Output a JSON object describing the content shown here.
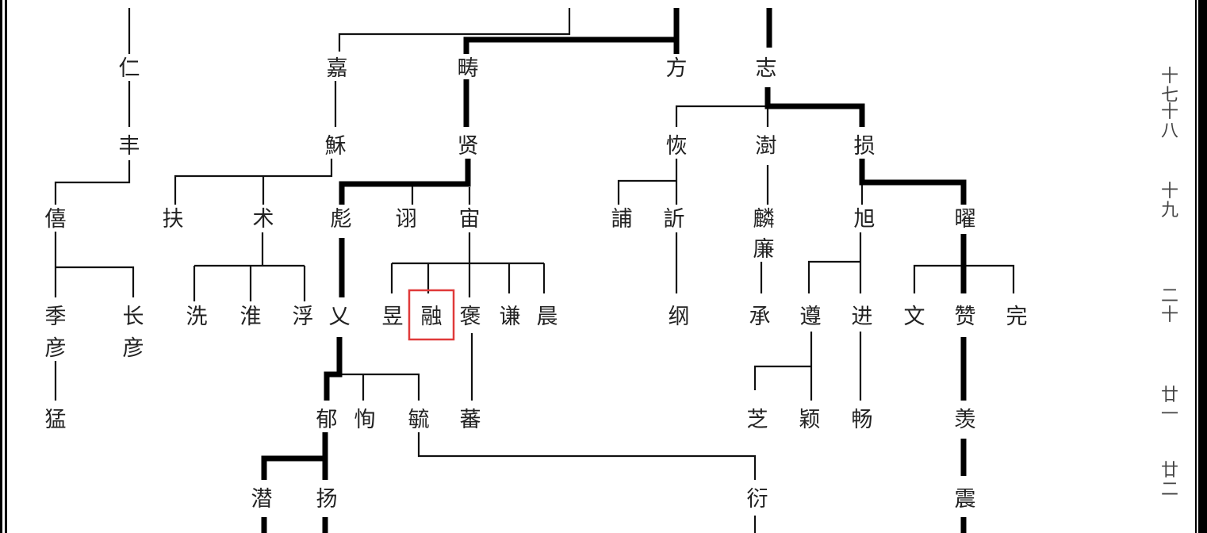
{
  "title": "Genealogy lineage chart",
  "highlight_color": "#e03a3a",
  "highlighted_node": "rong",
  "nodes": {
    "ren": "仁",
    "feng": "丰",
    "xi": "僖",
    "jiyan": "季彦",
    "changyan": "长彦",
    "meng": "猛",
    "jia": "嘉",
    "su": "穌",
    "fu": "扶",
    "shu": "术",
    "xian2": "洗",
    "huai": "淮",
    "fu2": "浮",
    "chou": "畴",
    "xian": "贤",
    "biao": "彪",
    "yi2": "诩",
    "zhou": "宙",
    "yi": "乂",
    "yu": "昱",
    "rong": "融",
    "bao": "褒",
    "qian": "谦",
    "chen": "晨",
    "yu2": "郁",
    "xun": "恂",
    "liu": "毓",
    "fan": "蕃",
    "qian2": "潜",
    "yang": "扬",
    "fang": "方",
    "zhi": "志",
    "hui": "恢",
    "shu2": "澍",
    "sun": "损",
    "bu": "誧",
    "xin": "訢",
    "lin": "麟",
    "lian": "廉",
    "xu": "旭",
    "yao": "曜",
    "gang": "纲",
    "cheng": "承",
    "zun": "遵",
    "jin": "进",
    "wen": "文",
    "zan": "赞",
    "wan": "完",
    "zhi2": "芝",
    "ying": "颖",
    "chang": "畅",
    "xian3": "羡",
    "yan": "衍",
    "zhen": "震"
  },
  "generations": [
    "十七",
    "十八",
    "十九",
    "二十",
    "廿一",
    "廿二"
  ]
}
